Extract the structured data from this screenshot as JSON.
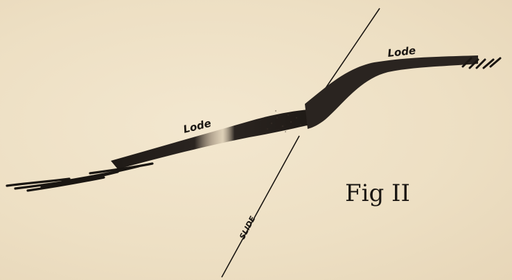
{
  "labels": {
    "lode_upper": "Lode",
    "lode_lower": "Lode",
    "slide": "SLIDE",
    "figure": "Fig II"
  },
  "colors": {
    "background": "#efe1c7",
    "ink": "#1a1612",
    "lode_fill": "#2a2420"
  }
}
